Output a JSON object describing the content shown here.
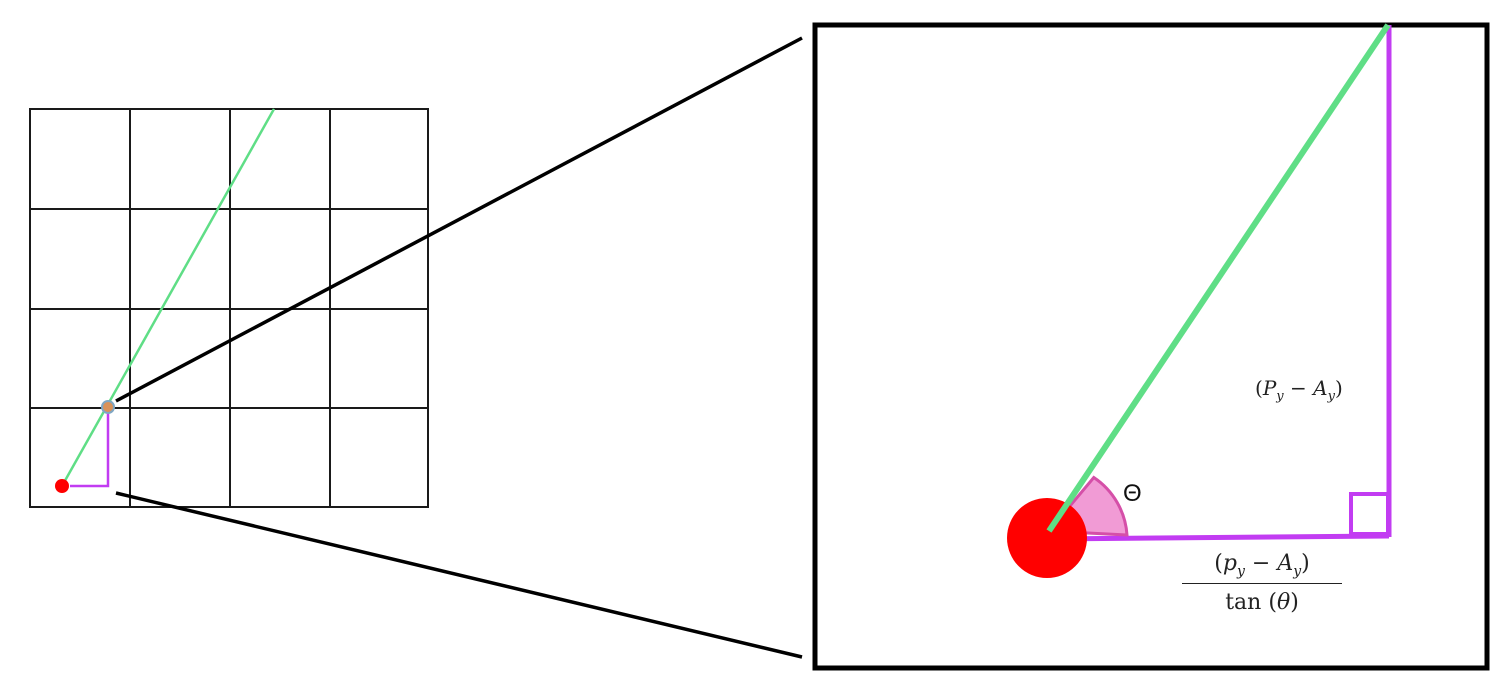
{
  "colors": {
    "ray": "#5fde86",
    "triangle": "#c23cf2",
    "player": "#ff0000",
    "angle_fill": "#f19bd5",
    "angle_stroke": "#d54fa8",
    "intersection_fill": "#d9925a",
    "intersection_stroke": "#7fa7c4",
    "grid": "#1a1a1a",
    "frame": "#000000"
  },
  "labels": {
    "theta_symbol": "Θ",
    "vertical_leg": {
      "open": "(",
      "P": "P",
      "P_sub": "y",
      "minus": " − ",
      "A": "A",
      "A_sub": "y",
      "close": ")"
    },
    "horizontal_leg": {
      "numerator": {
        "open": "(",
        "p": "p",
        "p_sub": "y",
        "minus": " − ",
        "A": "A",
        "A_sub": "y",
        "close": ")"
      },
      "denominator": {
        "fn": "tan",
        "open": " (",
        "theta": "θ",
        "close": ")"
      }
    }
  }
}
